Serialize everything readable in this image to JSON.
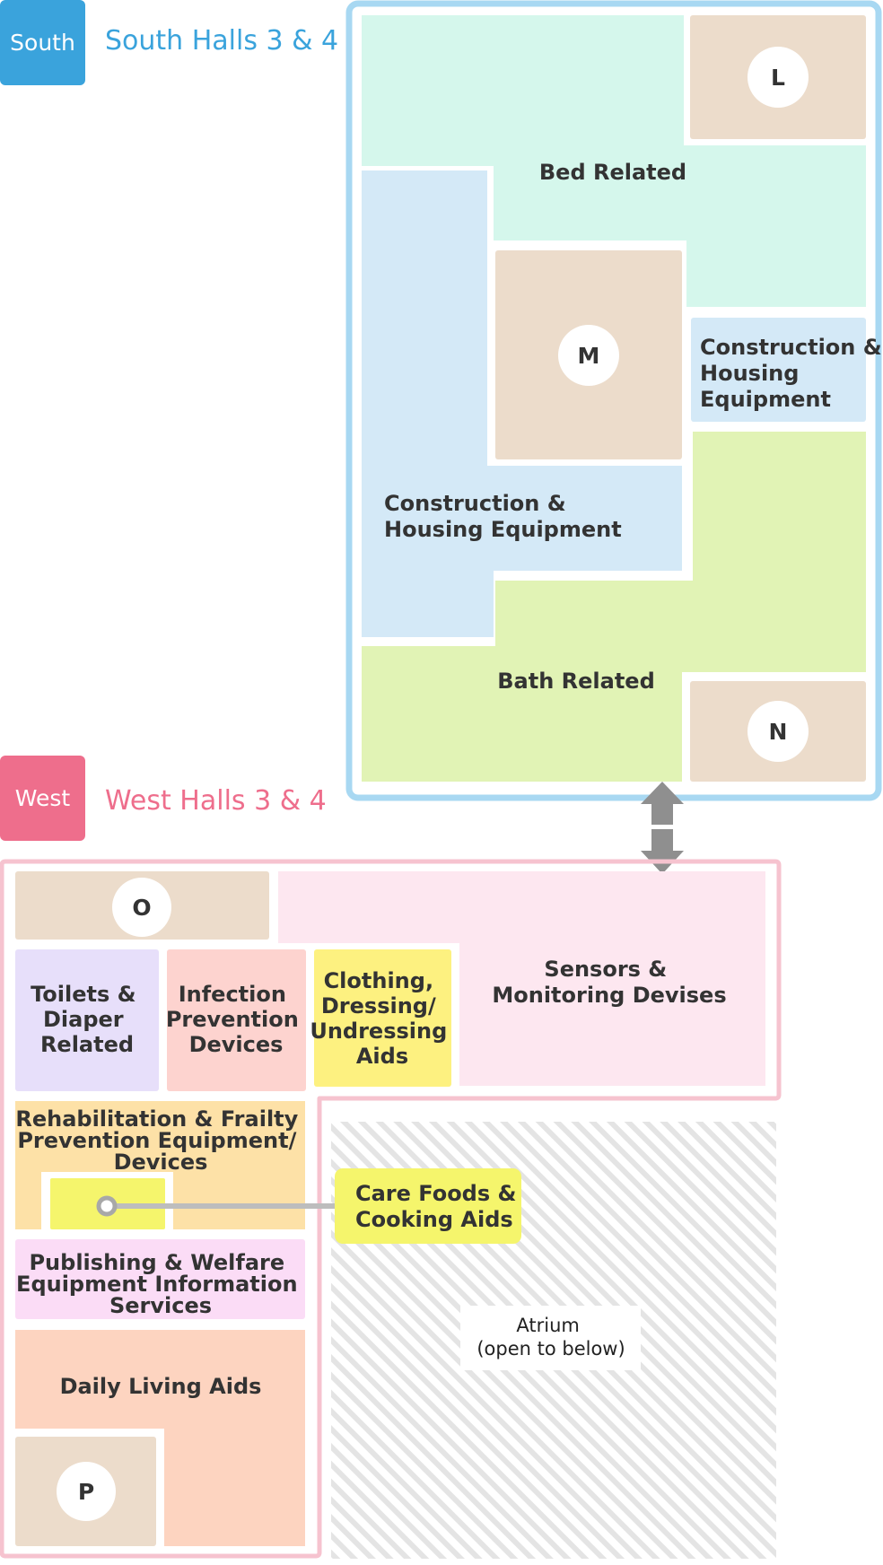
{
  "colors": {
    "south": "#3aa3dc",
    "south_border": "#a8d8f2",
    "west": "#ee6e8c",
    "west_border": "#f6c3cf",
    "bed": "#d5f7ec",
    "booth": "#ecdccb",
    "construction": "#d4e9f7",
    "bath": "#e1f3b5",
    "sensors": "#fde7f0",
    "toilets": "#e7dffa",
    "infection": "#fdd3cf",
    "clothing": "#fdf180",
    "rehab": "#fde1a7",
    "care_foods": "#f5f56c",
    "publishing": "#fbdcf6",
    "daily_living": "#fdd4c0",
    "atrium_stripe": "#e4e4e4",
    "connector": "#8f8f8f"
  },
  "south": {
    "badge": "South",
    "title": "South Halls 3 & 4",
    "zones": {
      "bed": "Bed Related",
      "construction_right": [
        "Construction &",
        "Housing",
        "Equipment"
      ],
      "construction_left": [
        "Construction &",
        "Housing Equipment"
      ],
      "bath": "Bath Related"
    },
    "markers": {
      "l": "L",
      "m": "M",
      "n": "N"
    }
  },
  "west": {
    "badge": "West",
    "title": "West Halls 3 & 4",
    "zones": {
      "sensors": [
        "Sensors &",
        "Monitoring Devises"
      ],
      "toilets": [
        "Toilets &",
        "Diaper",
        "Related"
      ],
      "infection": [
        "Infection",
        "Prevention",
        "Devices"
      ],
      "clothing": [
        "Clothing,",
        "Dressing/",
        "Undressing",
        "Aids"
      ],
      "rehab": [
        "Rehabilitation & Frailty",
        "Prevention Equipment/",
        "Devices"
      ],
      "care_foods": [
        "Care Foods &",
        "Cooking Aids"
      ],
      "publishing": [
        "Publishing & Welfare",
        "Equipment Information",
        "Services"
      ],
      "daily_living": "Daily Living Aids",
      "atrium": [
        "Atrium",
        "(open to below)"
      ]
    },
    "markers": {
      "o": "O",
      "p": "P"
    }
  }
}
